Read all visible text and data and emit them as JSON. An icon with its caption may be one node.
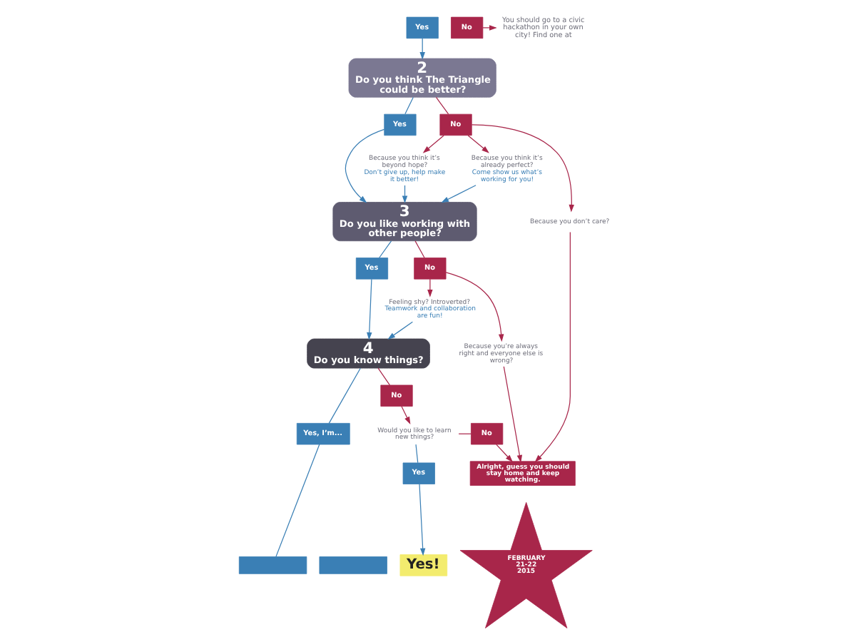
{
  "diagram": {
    "nodes": [
      {
        "text": [
          "Yes"
        ]
      },
      {
        "text": [
          "No"
        ]
      },
      {
        "text": [
          "You should go to a civic hackathon in your own city! Find one at"
        ]
      },
      {
        "text": [
          "2",
          "Do you think The Triangle could be better?"
        ]
      },
      {
        "text": [
          "Yes"
        ]
      },
      {
        "text": [
          "No"
        ]
      },
      {
        "text": [
          "Because you think it’s beyond hope?",
          "Don’t give up, help make it better!"
        ]
      },
      {
        "text": [
          "Because you think it’s already perfect?",
          "Come show us what’s working for you!"
        ]
      },
      {
        "text": [
          "Because you don’t care?"
        ]
      },
      {
        "text": [
          "3",
          "Do you like working with other people?"
        ]
      },
      {
        "text": [
          "Yes"
        ]
      },
      {
        "text": [
          "No"
        ]
      },
      {
        "text": [
          "Feeling shy? Introverted?",
          "Teamwork and collaboration are fun!"
        ]
      },
      {
        "text": [
          "Because you’re always right and everyone else is wrong?"
        ]
      },
      {
        "text": [
          "Alright, guess you should stay home and keep watching."
        ]
      },
      {
        "text": [
          "4",
          "Do you know things?"
        ]
      },
      {
        "text": [
          "Yes, I’m..."
        ]
      },
      {
        "text": [
          "No"
        ]
      },
      {
        "text": [
          "Would you like to learn new things?"
        ]
      },
      {
        "text": [
          "No"
        ]
      },
      {
        "text": [
          "Yes"
        ]
      },
      {
        "text": [
          "Yes!"
        ]
      },
      {
        "text": [
          "FEBRUARY",
          "21-22",
          "2015"
        ]
      },
      {
        "text": [],
        "shape": "box"
      },
      {
        "text": [],
        "shape": "box"
      }
    ],
    "edges": [
      {
        "from": 0,
        "to": 3,
        "arrow": "to",
        "color": "#3a7fb5"
      },
      {
        "from": 1,
        "to": 2,
        "arrow": "to"
      },
      {
        "from": 3,
        "to": 4,
        "arrow": "none",
        "color": "#3a7fb5"
      },
      {
        "from": 3,
        "to": 5,
        "arrow": "none"
      },
      {
        "from": 5,
        "to": 6,
        "arrow": "to"
      },
      {
        "from": 5,
        "to": 7,
        "arrow": "to"
      },
      {
        "from": 5,
        "to": 8,
        "arrow": "to"
      },
      {
        "from": 4,
        "to": 9,
        "arrow": "to",
        "color": "#3a7fb5"
      },
      {
        "from": 6,
        "to": 9,
        "arrow": "to",
        "color": "#3a7fb5"
      },
      {
        "from": 7,
        "to": 9,
        "arrow": "to",
        "color": "#3a7fb5"
      },
      {
        "from": 8,
        "to": 14,
        "arrow": "to"
      },
      {
        "from": 9,
        "to": 10,
        "arrow": "none",
        "color": "#3a7fb5"
      },
      {
        "from": 9,
        "to": 11,
        "arrow": "none"
      },
      {
        "from": 11,
        "to": 12,
        "arrow": "to"
      },
      {
        "from": 11,
        "to": 13,
        "arrow": "to"
      },
      {
        "from": 13,
        "to": 14,
        "arrow": "to"
      },
      {
        "from": 10,
        "to": 15,
        "arrow": "to",
        "color": "#3a7fb5"
      },
      {
        "from": 12,
        "to": 15,
        "arrow": "to",
        "color": "#3a7fb5"
      },
      {
        "from": 15,
        "to": 16,
        "arrow": "none",
        "color": "#3a7fb5"
      },
      {
        "from": 15,
        "to": 17,
        "arrow": "none"
      },
      {
        "from": 17,
        "to": 18,
        "arrow": "to"
      },
      {
        "from": 18,
        "to": 19,
        "arrow": "none"
      },
      {
        "from": 19,
        "to": 14,
        "arrow": "to"
      },
      {
        "from": 18,
        "to": 20,
        "arrow": "none",
        "color": "#3a7fb5"
      },
      {
        "from": 20,
        "to": 21,
        "arrow": "to",
        "color": "#3a7fb5"
      },
      {
        "from": 16,
        "to": 23,
        "arrow": "none",
        "color": "#3a7fb5"
      }
    ]
  }
}
